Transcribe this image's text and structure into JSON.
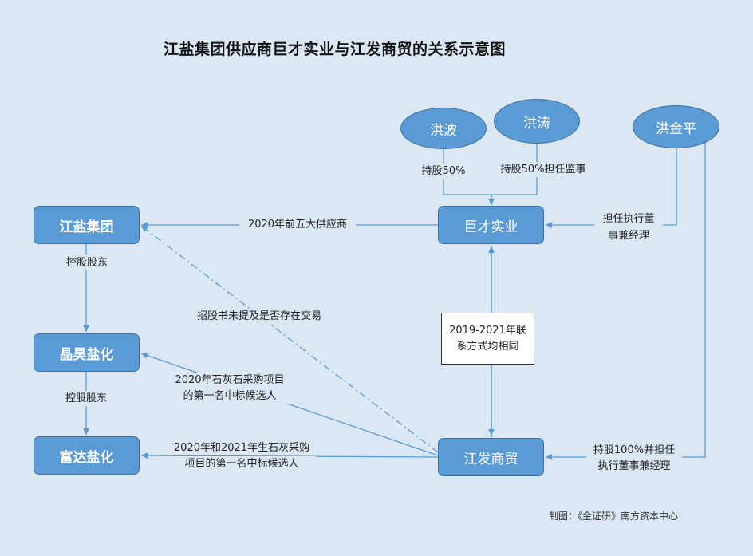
{
  "title": "江盐集团供应商巨才实业与江发商贸的关系示意图",
  "nodes": {
    "jiangyan": "江盐集团",
    "jinghao": "晶昊盐化",
    "fuda": "富达盐化",
    "jucai": "巨才实业",
    "jiangfa": "江发商贸",
    "hongbo": "洪波",
    "hongtao": "洪涛",
    "hongjinping": "洪金平"
  },
  "labels": {
    "hongbo_hold": "持股50%",
    "hongtao_hold": "持股50%担任监事",
    "hongjinping_role_1": "担任执行董",
    "hongjinping_role_2": "事兼经理",
    "supplier": "2020年前五大供应商",
    "control_1": "控股股东",
    "control_2": "控股股东",
    "prospectus": "招股书未提及是否存在交易",
    "contact_1": "2019-2021年联",
    "contact_2": "系方式均相同",
    "limestone_1a": "2020年石灰石采购项目",
    "limestone_1b": "的第一名中标候选人",
    "limestone_2a": "2020年和2021年生石灰采购",
    "limestone_2b": "项目的第一名中标候选人",
    "hongjinping_hold_1": "持股100%并担任",
    "hongjinping_hold_2": "执行董事兼经理"
  },
  "credit": "制图：《金证研》南方资本中心",
  "colors": {
    "background": "#dbe8f3",
    "node_fill": "#5b9bd5",
    "node_border": "#41719c",
    "line": "#5b9bd5"
  }
}
